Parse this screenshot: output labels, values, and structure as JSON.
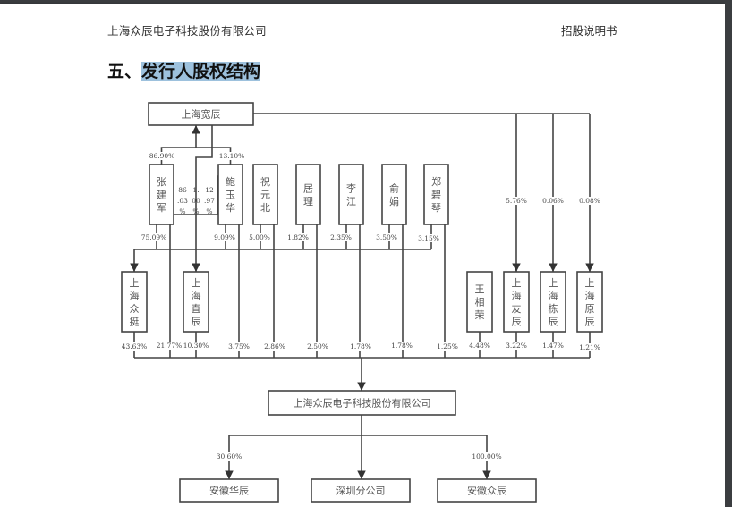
{
  "header": {
    "company": "上海众辰电子科技股份有限公司",
    "doc_type": "招股说明书"
  },
  "section": {
    "number": "五、",
    "title": "发行人股权结构"
  },
  "chart_data": {
    "type": "diagram",
    "title": "发行人股权结构",
    "nodes": {
      "kuanchen": "上海宽辰",
      "zhangjianjun": "张建军",
      "baoyuhua": "鲍玉华",
      "zhuyuanbei": "祝元北",
      "juli": "居理",
      "lijiang": "李江",
      "yujuan": "俞娟",
      "zhengbiqin": "郑碧琴",
      "zhongting": "上海众挺",
      "zhichen": "上海直辰",
      "wangxiangrong": "王相荣",
      "youchen": "上海友辰",
      "dongchen": "上海栋辰",
      "yuanchen": "上海原辰",
      "issuer": "上海众辰电子科技股份有限公司",
      "anhui_huachen": "安徽华辰",
      "shenzhen_branch": "深圳分公司",
      "anhui_zhongchen": "安徽众辰"
    },
    "edges": {
      "zhangjianjun_kuanchen": "86.90%",
      "baoyuhua_kuanchen": "13.10%",
      "zhangjianjun_zhichen": "86.03%",
      "kuanchen_zhichen": "1.00%",
      "baoyuhua_zhichen": "12.97%",
      "zhangjianjun_zhongting": "75.09%",
      "baoyuhua_zhongting": "9.09%",
      "zhuyuanbei_zhongting": "5.00%",
      "juli_zhongting": "1.82%",
      "lijiang_zhongting": "2.35%",
      "yujuan_zhongting": "3.50%",
      "zhengbiqin_zhongting": "3.15%",
      "kuanchen_youchen": "5.76%",
      "kuanchen_dongchen": "0.06%",
      "kuanchen_yuanchen": "0.08%",
      "zhongting_issuer": "43.63%",
      "zhangjianjun_issuer": "21.77%",
      "zhichen_issuer": "10.30%",
      "baoyuhua_issuer": "3.75%",
      "zhuyuanbei_issuer": "2.86%",
      "juli_issuer": "2.50%",
      "lijiang_issuer": "1.78%",
      "yujuan_issuer": "1.78%",
      "zhengbiqin_issuer": "1.25%",
      "wangxiangrong_issuer": "4.48%",
      "youchen_issuer": "3.22%",
      "dongchen_issuer": "1.47%",
      "yuanchen_issuer": "1.21%",
      "issuer_anhui_huachen": "30.60%",
      "issuer_anhui_zhongchen": "100.00%"
    },
    "split_labels": {
      "zhangjianjun_zhichen": [
        "86",
        ".03",
        "%"
      ],
      "kuanchen_zhichen": [
        "1.",
        "00",
        "%"
      ],
      "baoyuhua_zhichen": [
        "12",
        ".97",
        "%"
      ]
    }
  }
}
